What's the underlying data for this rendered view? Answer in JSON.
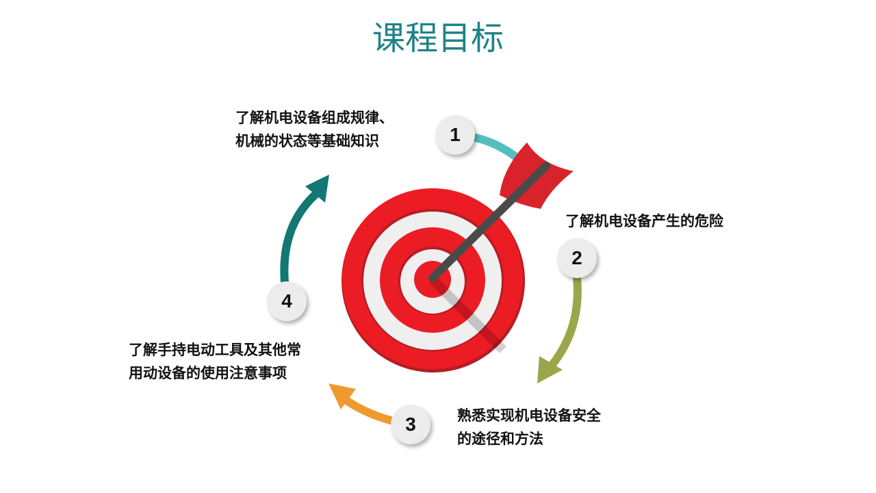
{
  "title": "课程目标",
  "goals": [
    {
      "number": "1",
      "lines": [
        "了解机电设备组成规律、",
        "机械的状态等基础知识"
      ],
      "color": "#55bfc0"
    },
    {
      "number": "2",
      "lines": [
        "了解机电设备产生的危险"
      ],
      "color": "#9ba64c"
    },
    {
      "number": "3",
      "lines": [
        "熟悉实现机电设备安全",
        "的途径和方法"
      ],
      "color": "#ef9a2f"
    },
    {
      "number": "4",
      "lines": [
        "了解手持电动工具及其他常",
        "用动设备的使用注意事项"
      ],
      "color": "#137773"
    }
  ]
}
